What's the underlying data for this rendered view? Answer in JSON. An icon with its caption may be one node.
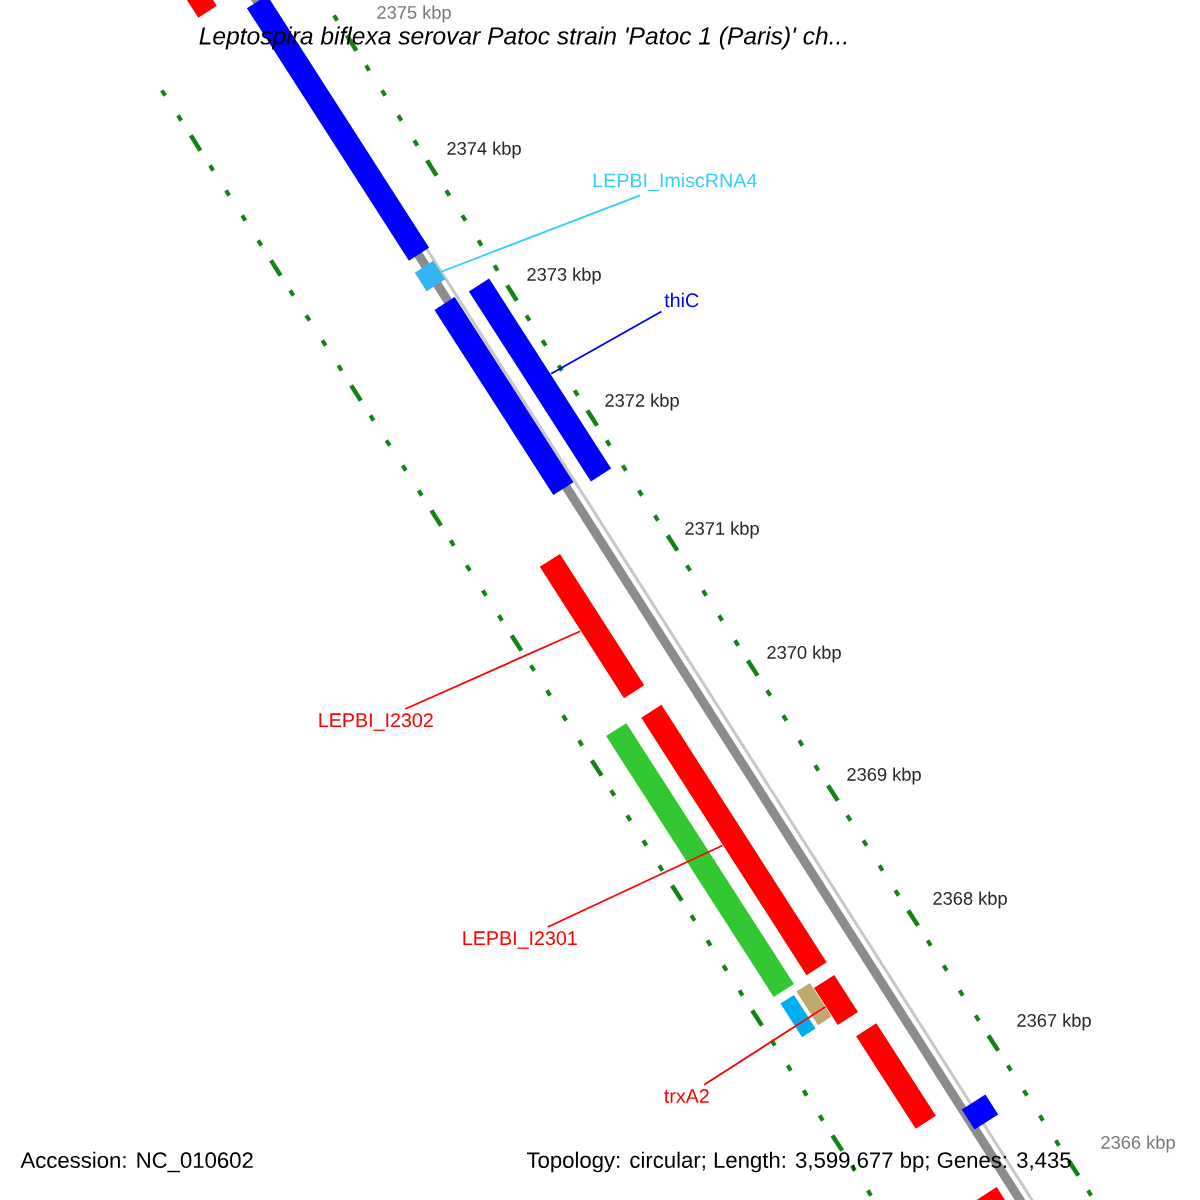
{
  "diagram": {
    "title": "Leptospira biflexa serovar Patoc strain 'Patoc 1 (Paris)' ch...",
    "nodes": [
      {
        "text": [
          "LEPBI_ImiscRNA4"
        ]
      },
      {
        "text": [],
        "shape": "bar"
      },
      {
        "text": [
          "thiC"
        ]
      },
      {
        "text": [],
        "shape": "bar"
      },
      {
        "text": [
          "LEPBI_I2302"
        ]
      },
      {
        "text": [],
        "shape": "bar"
      },
      {
        "text": [
          "LEPBI_I2301"
        ]
      },
      {
        "text": [],
        "shape": "bar"
      },
      {
        "text": [
          "trxA2"
        ]
      },
      {
        "text": [],
        "shape": "bar"
      }
    ],
    "edges": [
      {
        "from": 0,
        "to": 1,
        "arrow": "none",
        "color": "#33ccff"
      },
      {
        "from": 2,
        "to": 3,
        "arrow": "none",
        "color": "#0000ff"
      },
      {
        "from": 4,
        "to": 5,
        "arrow": "none"
      },
      {
        "from": 6,
        "to": 7,
        "arrow": "none"
      },
      {
        "from": 8,
        "to": 9,
        "arrow": "none"
      }
    ],
    "labels": [
      "2375 kbp",
      "2374 kbp",
      "2373 kbp",
      "2372 kbp",
      "2371 kbp",
      "2370 kbp",
      "2369 kbp",
      "2368 kbp",
      "2367 kbp",
      "2366 kbp",
      "Accession: NC_010602",
      "Topology: circular; Length: 3,599,677 bp; Genes: 3,435"
    ]
  }
}
